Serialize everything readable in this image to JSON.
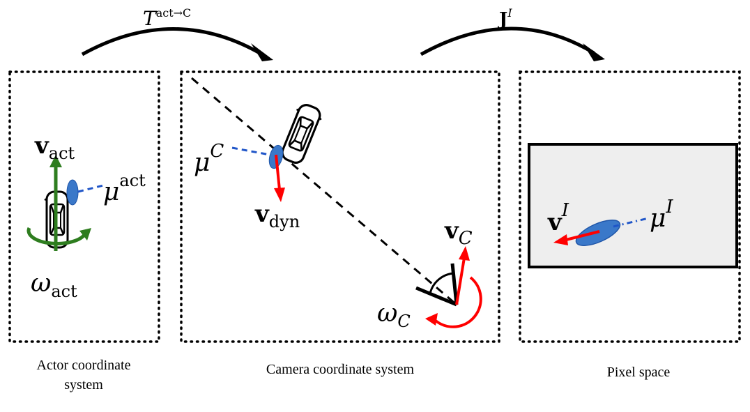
{
  "transforms": {
    "actor_to_camera": {
      "base": "T",
      "sup": "act→C"
    },
    "camera_to_pixel": {
      "base": "J",
      "sup": "I"
    }
  },
  "panels": {
    "actor": {
      "caption_line1": "Actor coordinate",
      "caption_line2": "system",
      "velocity": {
        "base": "v",
        "sub": "act"
      },
      "mean": {
        "base": "μ",
        "sup": "act"
      },
      "angular_velocity": {
        "base": "ω",
        "sub": "act"
      }
    },
    "camera": {
      "caption": "Camera coordinate system",
      "mean": {
        "base": "μ",
        "sup": "C"
      },
      "dyn_velocity": {
        "base": "v",
        "sub": "dyn"
      },
      "camera_velocity": {
        "base": "v",
        "sub": "C"
      },
      "camera_angular_velocity": {
        "base": "ω",
        "sub": "C"
      }
    },
    "pixel": {
      "caption": "Pixel space",
      "velocity": {
        "base": "v",
        "sup": "I"
      },
      "mean": {
        "base": "μ",
        "sup": "I"
      }
    }
  },
  "colors": {
    "velocity_actor": "#2e7d1f",
    "velocity_red": "#ff0000",
    "gaussian": "#3a78c9",
    "gaussian_edge": "#1f55a8",
    "leader_dashed": "#1f55c8",
    "image_fill": "#eeeeee"
  }
}
